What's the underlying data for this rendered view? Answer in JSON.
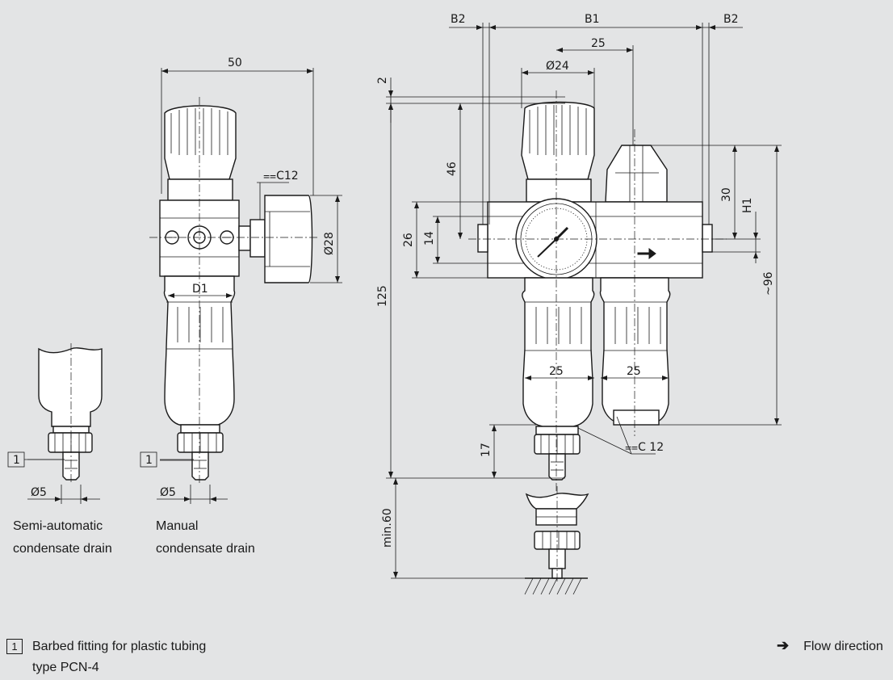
{
  "dimensions": {
    "width_50": "50",
    "a_f12_left": "⩵C12",
    "dia_28": "Ø28",
    "d1": "D1",
    "b2_left": "B2",
    "b1": "B1",
    "b2_right": "B2",
    "width_25_top": "25",
    "dia_24": "Ø24",
    "gap_2": "2",
    "height_46": "46",
    "height_26": "26",
    "height_14": "14",
    "height_125": "125",
    "height_30": "30",
    "h1": "H1",
    "height_96": "~96",
    "width_25_left_bowl": "25",
    "width_25_right_bowl": "25",
    "a_f12_bottom": "⩵C 12",
    "height_17": "17",
    "min_60": "min.60",
    "dia_5_left": "Ø5",
    "dia_5_mid": "Ø5",
    "callout_1a": "1",
    "callout_1b": "1"
  },
  "captions": {
    "semi_auto_line1": "Semi-automatic",
    "semi_auto_line2": "condensate drain",
    "manual_line1": "Manual",
    "manual_line2": "condensate drain"
  },
  "legend": {
    "item_number": "1",
    "barbed_line1": "Barbed fitting for plastic tubing",
    "barbed_line2": "type PCN-4",
    "flow_arrow": "➔",
    "flow_label": "Flow direction"
  },
  "colors": {
    "background": "#e3e4e5",
    "line": "#1a1a1a"
  }
}
